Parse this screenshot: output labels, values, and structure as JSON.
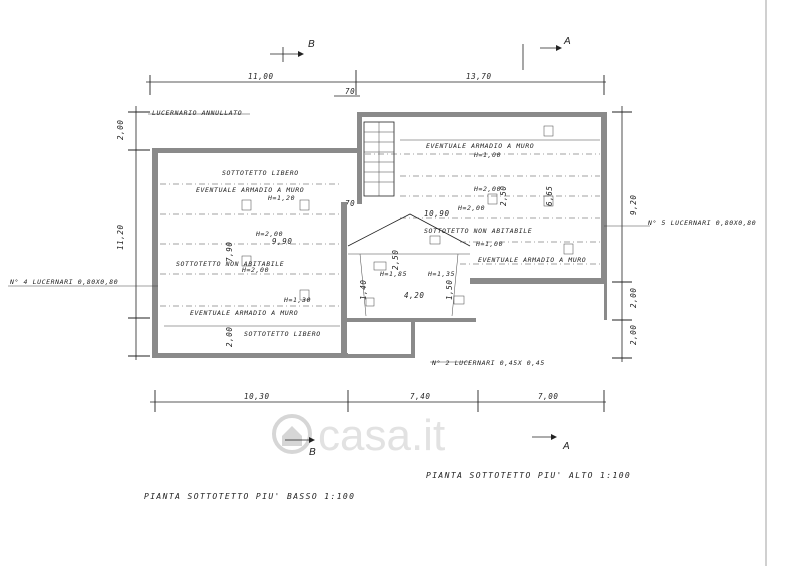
{
  "sections": {
    "b": "B",
    "a": "A"
  },
  "top_dims": {
    "left": "11,00",
    "right": "13,70",
    "small_70": "70",
    "small_70b": "70"
  },
  "bottom_dims": {
    "d1": "10,30",
    "d2": "7,40",
    "d3": "7,00"
  },
  "left_dims": {
    "d1": "2,00",
    "d2": "11,20",
    "d3": "2,00"
  },
  "right_dims": {
    "d1": "9,20",
    "d2": "2,00",
    "d3": "2,00"
  },
  "labels": {
    "lucernario_annullato": "LUCERNARIO ANNULLATO",
    "sottotetto_libero_top": "SOTTOTETTO LIBERO",
    "eventuale_armadio_top_left": "EVENTUALE ARMADIO A MURO",
    "sottotetto_non_abitabile_left": "SOTTOTETTO NON ABITABILE",
    "eventuale_armadio_bottom_left": "EVENTUALE ARMADIO A MURO",
    "sottotetto_libero_bottom": "SOTTOTETTO LIBERO",
    "eventuale_armadio_top_right": "EVENTUALE ARMADIO A MURO",
    "sottotetto_non_abitabile_right": "SOTTOTETTO NON ABITABILE",
    "eventuale_armadio_bottom_right": "EVENTUALE ARMADIO A MURO",
    "lucernari_left": "N° 4 LUCERNARI 0,80X0,80",
    "lucernari_right": "N° 5 LUCERNARI 0,80X0,80",
    "lucernari_bottom": "N° 2 LUCERNARI 0,45X 0,45"
  },
  "heights": {
    "h120": "H=1,20",
    "h200_a": "H=2,00",
    "h200_b": "H=2,00",
    "h130": "H=1,30",
    "h100_a": "H=1,00",
    "h200_c": "H=2,00",
    "h200_d": "H=2,00",
    "h100_b": "H=1,00",
    "h185": "H=1,85",
    "h135": "H=1,35"
  },
  "inner_dims": {
    "d990": "9,90",
    "d790": "7,90",
    "d1090": "10,90",
    "d250": "2,50",
    "d665": "6,65",
    "d420": "4,20",
    "d250b": "2,50",
    "d140": "1,40",
    "d150": "1,50"
  },
  "titles": {
    "left": "PIANTA SOTTOTETTO PIU' BASSO  1:100",
    "right": "PIANTA SOTTOTETTO PIU' ALTO  1:100"
  },
  "watermark": "casa.it"
}
